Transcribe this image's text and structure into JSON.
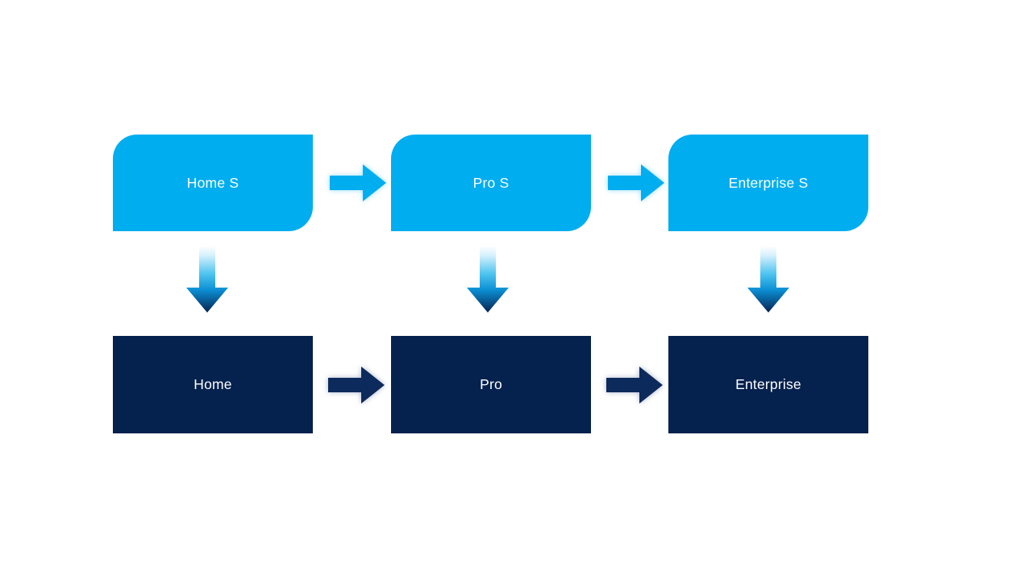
{
  "diagram": {
    "title": "Tier progression diagram",
    "background_color": "#ffffff",
    "colors": {
      "tier_s_fill": "#00adef",
      "tier_base_fill": "#05214e",
      "label_color": "#ffffff",
      "h_arrow_light": "#00adef",
      "h_arrow_dark": "#0b2a5c",
      "v_arrow_gradient_top": "#ffffff",
      "v_arrow_gradient_mid": "#29b6ec",
      "v_arrow_gradient_bottom": "#062250"
    },
    "rows": [
      {
        "name": "premium-tier-row",
        "nodes": [
          {
            "id": "home-s",
            "label": "Home S"
          },
          {
            "id": "pro-s",
            "label": "Pro S"
          },
          {
            "id": "enterprise-s",
            "label": "Enterprise S"
          }
        ],
        "connectors": [
          {
            "id": "home-s-to-pro-s",
            "icon": "arrow-right-icon"
          },
          {
            "id": "pro-s-to-enterprise-s",
            "icon": "arrow-right-icon"
          }
        ]
      },
      {
        "name": "standard-tier-row",
        "nodes": [
          {
            "id": "home",
            "label": "Home"
          },
          {
            "id": "pro",
            "label": "Pro"
          },
          {
            "id": "enterprise",
            "label": "Enterprise"
          }
        ],
        "connectors": [
          {
            "id": "home-to-pro",
            "icon": "arrow-right-icon"
          },
          {
            "id": "pro-to-enterprise",
            "icon": "arrow-right-icon"
          }
        ]
      }
    ],
    "vertical_connectors": [
      {
        "id": "home-s-to-home",
        "icon": "arrow-down-icon"
      },
      {
        "id": "pro-s-to-pro",
        "icon": "arrow-down-icon"
      },
      {
        "id": "enterprise-s-to-enterprise",
        "icon": "arrow-down-icon"
      }
    ]
  }
}
